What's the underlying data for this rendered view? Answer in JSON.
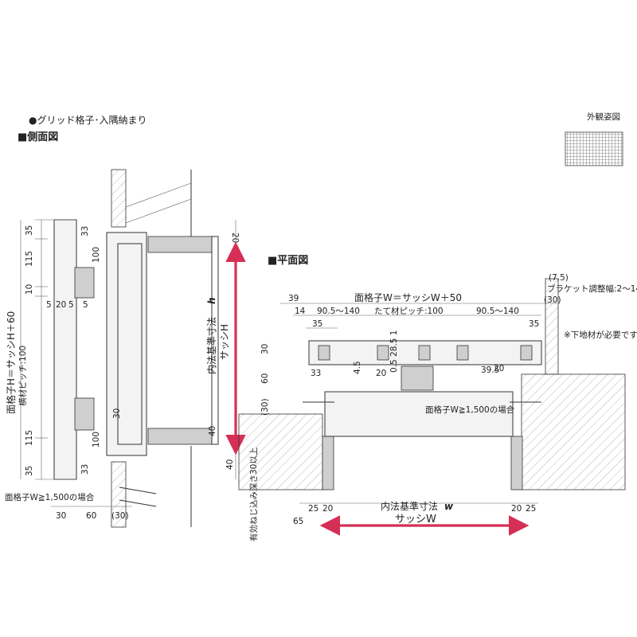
{
  "header": {
    "subtitle": "●グリッド格子･入隅納まり",
    "side_title": "■側面図",
    "plan_title": "■平面図",
    "appearance_label": "外観姿図"
  },
  "side": {
    "dims_left": [
      "35",
      "115",
      "10",
      "115",
      "35"
    ],
    "dims_small": [
      "5",
      "20",
      "5",
      "5"
    ],
    "dims_right": [
      "33",
      "100",
      "30",
      "100",
      "33",
      "30"
    ],
    "dims_outer": [
      "20",
      "40",
      "40"
    ],
    "dims_bottom": [
      "30",
      "60",
      "(30)"
    ],
    "label_height": "面格子H＝サッシH＋60",
    "label_pitch": "横材ピッチ:100",
    "label_inner": "内法基準寸法",
    "label_inner_sym": "h",
    "label_sash": "サッシH",
    "label_note": "面格子W≧1,500の場合"
  },
  "plan": {
    "label_width": "面格子W＝サッシW＋50",
    "label_bracket": "ブラケット調整幅:2～14",
    "dim_75": "(7.5)",
    "dim_30a": "(30)",
    "dim_39": "39",
    "dim_14": "14",
    "dim_range1": "90.5～140",
    "label_pitch": "たて材ピッチ:100",
    "dim_range2": "90.5～140",
    "dim_35": "35",
    "dim_30": "30",
    "dim_33": "33",
    "dim_45": "4.5",
    "dim_20": "20",
    "dim_small": "0.5 28.5 1",
    "dim_395": "39.5",
    "dim_20b": "20",
    "dim_60": "60",
    "dim_30b": "(30)",
    "label_note": "面格子W≧1,500の場合",
    "label_under": "※下地材が必要です。",
    "label_screw": "有効ねじ込み深さ30以上",
    "dims_bottom": [
      "25",
      "20",
      "20",
      "25",
      "65"
    ],
    "label_inner": "内法基準寸法",
    "label_inner_sym": "w",
    "label_sash": "サッシW"
  },
  "colors": {
    "arrow": "#d62f55",
    "line": "#333333"
  }
}
